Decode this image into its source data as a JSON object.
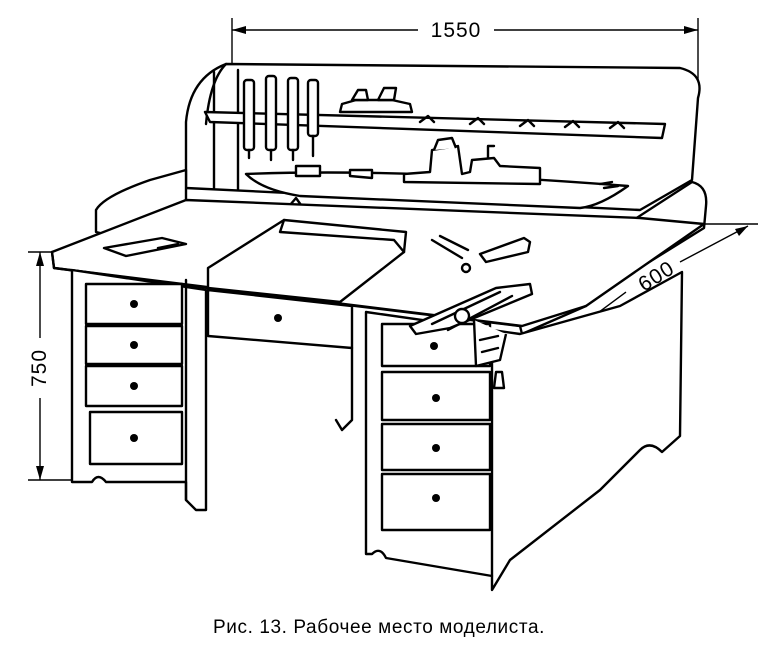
{
  "figure": {
    "caption": "Рис. 13. Рабочее место моделиста.",
    "dimensions": {
      "width": "1550",
      "depth": "600",
      "height": "750"
    }
  }
}
